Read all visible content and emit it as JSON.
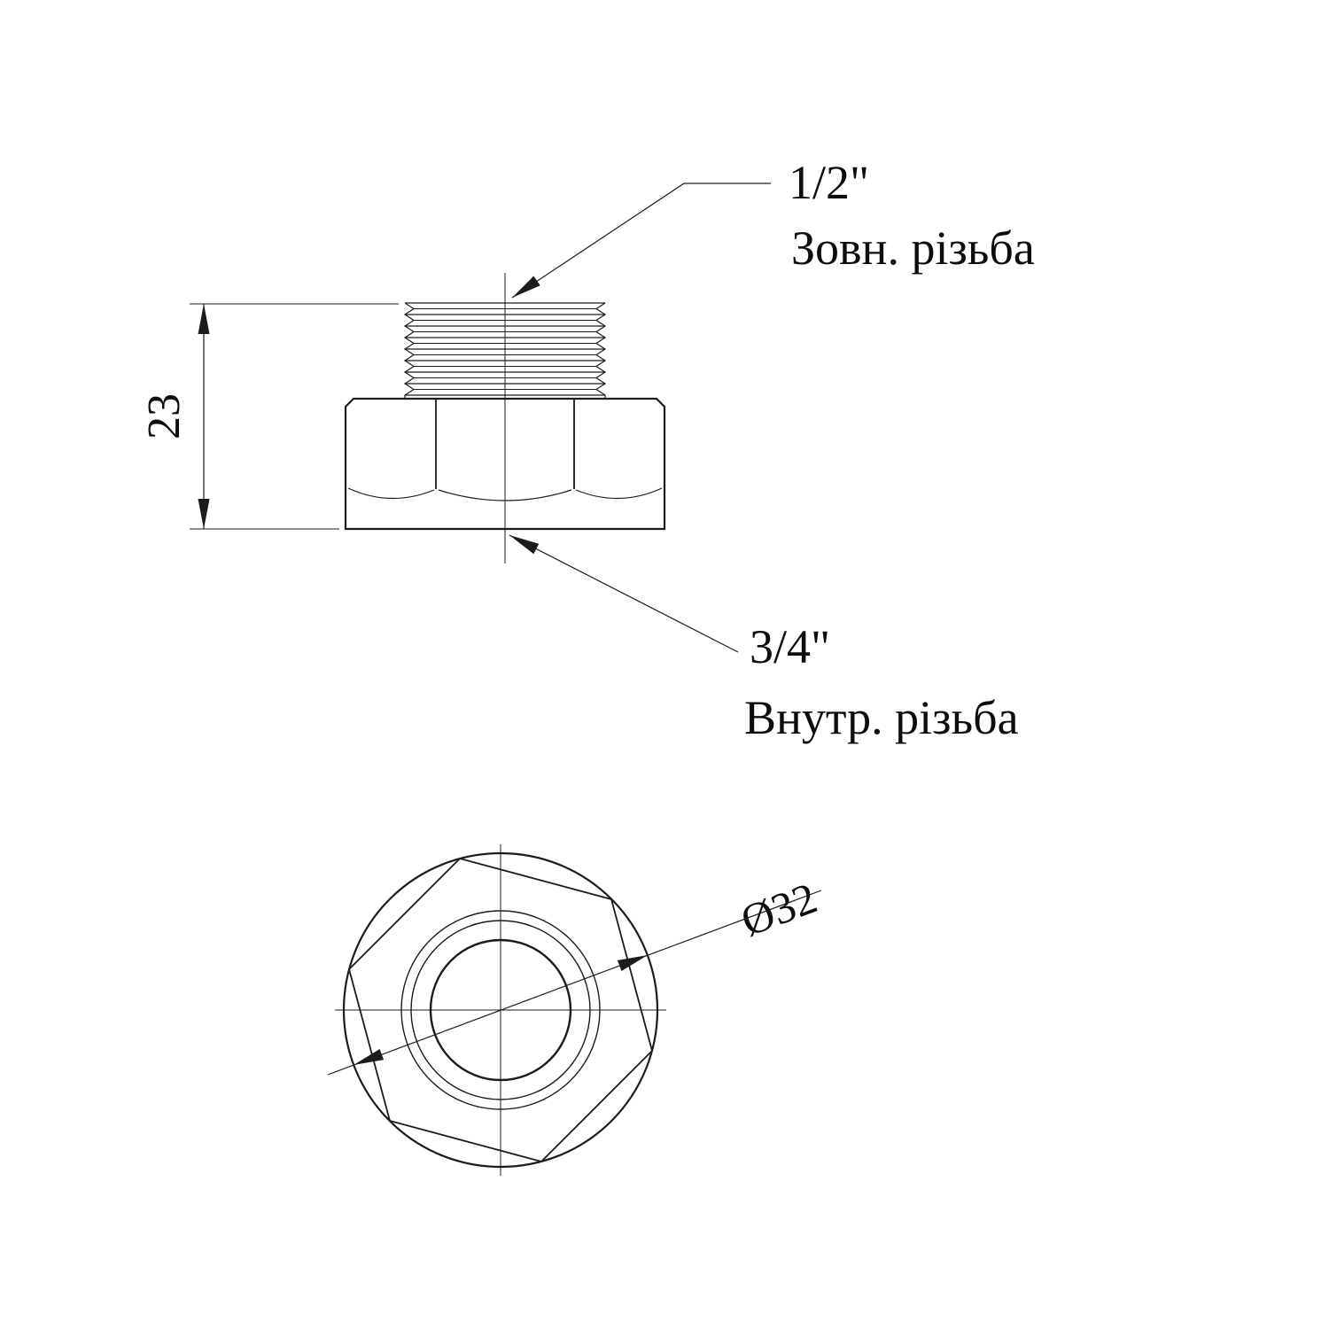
{
  "labels": {
    "external_thread_size": "1/2\"",
    "external_thread_text": "Зовн. різьба",
    "height_dimension": "23",
    "internal_thread_size": "3/4\"",
    "internal_thread_text": "Внутр. різьба",
    "diameter_dimension": "Ø32"
  },
  "colors": {
    "line": "#1c1c1c",
    "background": "#ffffff",
    "text": "#0d0d0d"
  }
}
